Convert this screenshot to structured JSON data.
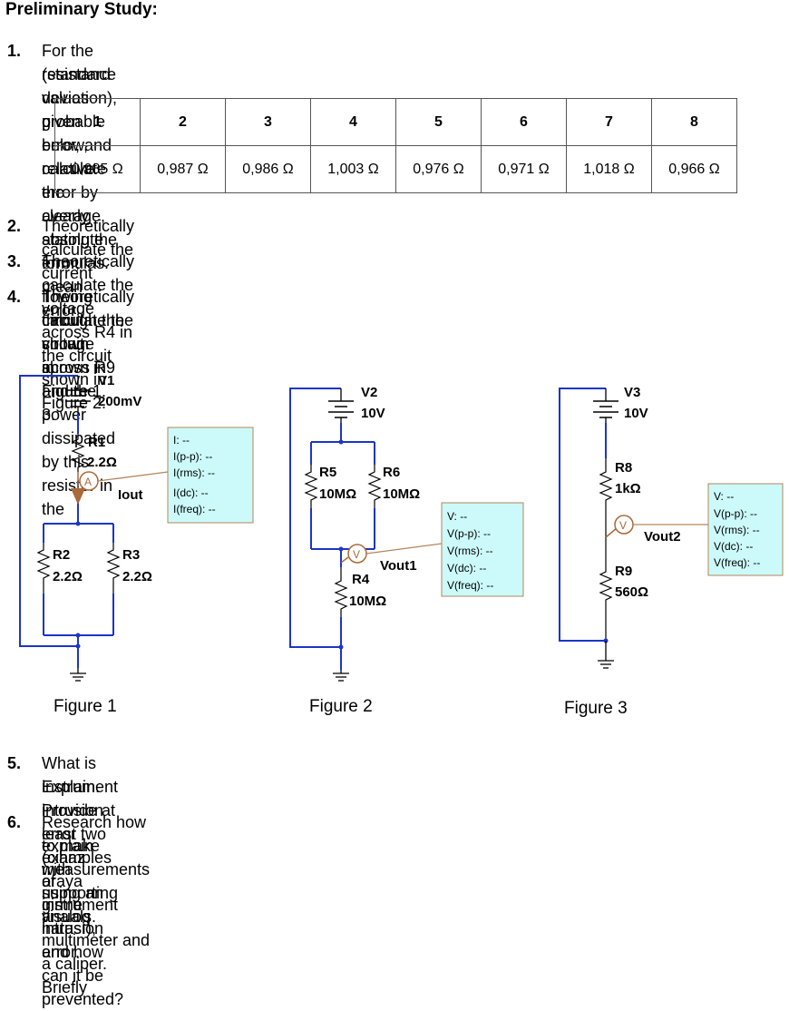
{
  "heading": "Preliminary Study:",
  "questions": [
    {
      "num": "1.",
      "lines": [
        "For the resistance values given below, calculate the average, absolute error, mean error",
        "(standard deviation), probable error, and relative error by clearly stating the formulas."
      ]
    },
    {
      "num": "2.",
      "lines": [
        "Theoretically calculate the current flowing through the circuit shown in Figure 1."
      ]
    },
    {
      "num": "3.",
      "lines": [
        "Theoretically calculate the voltage across R4 in the circuit shown in Figure 2."
      ]
    },
    {
      "num": "4.",
      "lines": [
        "Theoretically calculate the voltage across R9 and the power dissipated by this resistor in the",
        "circuit shown in Figure 3."
      ]
    },
    {
      "num": "5.",
      "lines": [
        "What is instrument intrusion error (cihaz araya girme hatası), and how can it be prevented?",
        "Explain. Provide at least two examples of instrument intrusion error."
      ]
    },
    {
      "num": "6.",
      "lines": [
        "Research how to make measurements using an analog multimeter and a caliper. Briefly",
        "explain with supporting visuals."
      ]
    }
  ],
  "table": {
    "headers": [
      "1",
      "2",
      "3",
      "4",
      "5",
      "6",
      "7",
      "8"
    ],
    "values": [
      "0,985 Ω",
      "0,987 Ω",
      "0,986 Ω",
      "1,003 Ω",
      "0,976 Ω",
      "0,971 Ω",
      "1,018 Ω",
      "0,966 Ω"
    ]
  },
  "figure1": {
    "caption": "Figure 1",
    "source_name": "V1",
    "source_value": "200mV",
    "r1_name": "R1",
    "r1_value": "2.2Ω",
    "r2_name": "R2",
    "r2_value": "2.2Ω",
    "r3_name": "R3",
    "r3_value": "2.2Ω",
    "meter_symbol": "A",
    "meter_label": "Iout",
    "probe": [
      "I: --",
      "I(p-p): --",
      "I(rms): --",
      "I(dc): --",
      "I(freq): --"
    ]
  },
  "figure2": {
    "caption": "Figure 2",
    "source_name": "V2",
    "source_value": "10V",
    "r5_name": "R5",
    "r5_value": "10MΩ",
    "r6_name": "R6",
    "r6_value": "10MΩ",
    "r4_name": "R4",
    "r4_value": "10MΩ",
    "meter_symbol": "V",
    "meter_label": "Vout1",
    "probe": [
      "V: --",
      "V(p-p): --",
      "V(rms): --",
      "V(dc): --",
      "V(freq): --"
    ]
  },
  "figure3": {
    "caption": "Figure 3",
    "source_name": "V3",
    "source_value": "10V",
    "r8_name": "R8",
    "r8_value": "1kΩ",
    "r9_name": "R9",
    "r9_value": "560Ω",
    "meter_symbol": "V",
    "meter_label": "Vout2",
    "probe": [
      "V: --",
      "V(p-p): --",
      "V(rms): --",
      "V(dc): --",
      "V(freq): --"
    ]
  },
  "colors": {
    "wire": "#1c35c8",
    "probe_bg": "#ccfafa",
    "probe_border": "#b5865b",
    "meter": "#a86a3a",
    "node": "#1c35c8"
  }
}
